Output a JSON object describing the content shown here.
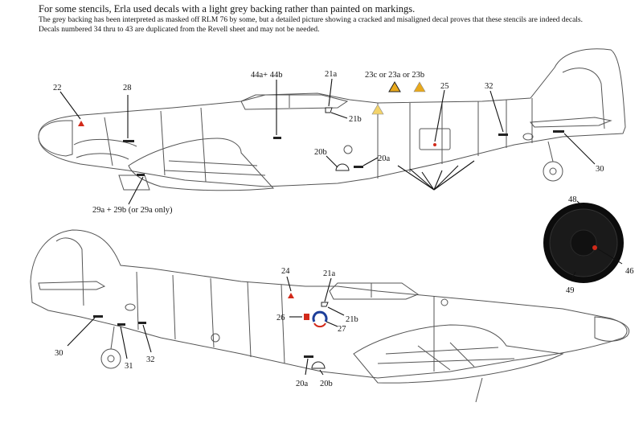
{
  "notes": {
    "line1": "For some stencils, Erla used decals with a light grey backing rather than painted on markings.",
    "line2": "The grey backing has been interpreted as masked off RLM 76 by some, but a detailed picture showing a cracked and misaligned decal proves that these stencils are indeed decals.",
    "line3": "Decals numbered 34 thru to 43 are duplicated from the Revell sheet and may not be needed."
  },
  "callouts_top": {
    "n22": "22",
    "n28": "28",
    "n44": "44a+ 44b",
    "n21a": "21a",
    "n21b": "21b",
    "n23": "23c or  23a  or  23b",
    "n25": "25",
    "n32": "32",
    "n20b": "20b",
    "n20a": "20a",
    "n30": "30",
    "n29": "29a + 29b (or 29a only)"
  },
  "callouts_bottom": {
    "n24": "24",
    "n21a": "21a",
    "n21b": "21b",
    "n26": "26",
    "n27": "27",
    "n30": "30",
    "n31": "31",
    "n32": "32",
    "n20a": "20a",
    "n20b": "20b"
  },
  "spinner": {
    "n48": "48",
    "n49": "49",
    "n46": "46"
  },
  "colors": {
    "outline": "#555555",
    "leader": "#111111",
    "warning_red": "#d22a1a",
    "warning_yellow": "#e9a91c",
    "spinner_black": "#0c0c0c",
    "roundel_blue": "#1d3f9a"
  }
}
